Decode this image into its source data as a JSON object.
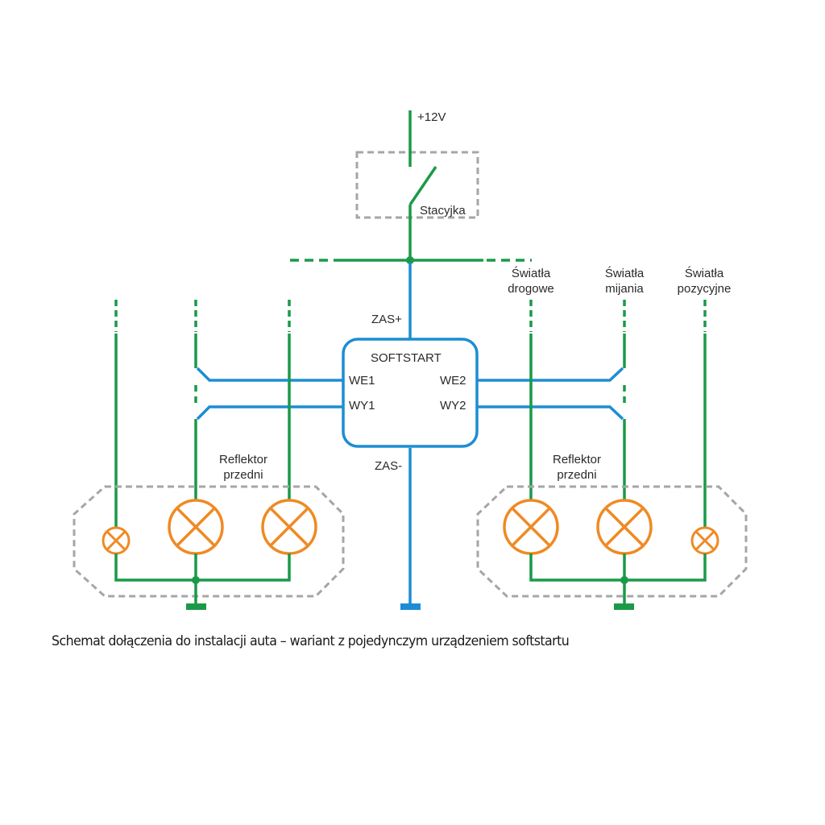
{
  "diagram": {
    "supply_label": "+12V",
    "ignition_label": "Stacyjka",
    "module": {
      "title": "SOFTSTART",
      "ports": {
        "we1": "WE1",
        "wy1": "WY1",
        "we2": "WE2",
        "wy2": "WY2",
        "zas_plus": "ZAS+",
        "zas_minus": "ZAS-"
      }
    },
    "light_groups": [
      {
        "line1": "Światła",
        "line2": "drogowe"
      },
      {
        "line1": "Światła",
        "line2": "mijania"
      },
      {
        "line1": "Światła",
        "line2": "pozycyjne"
      }
    ],
    "headlights": [
      {
        "line1": "Reflektor",
        "line2": "przedni"
      },
      {
        "line1": "Reflektor",
        "line2": "przedni"
      }
    ],
    "colors": {
      "wire_positive": "#1a9a48",
      "wire_module": "#1c8dd4",
      "lamp": "#ef8a23",
      "enclosure": "#a6a6a6"
    }
  },
  "caption": "Schemat dołączenia do instalacji auta – wariant z pojedynczym urządzeniem softstartu"
}
